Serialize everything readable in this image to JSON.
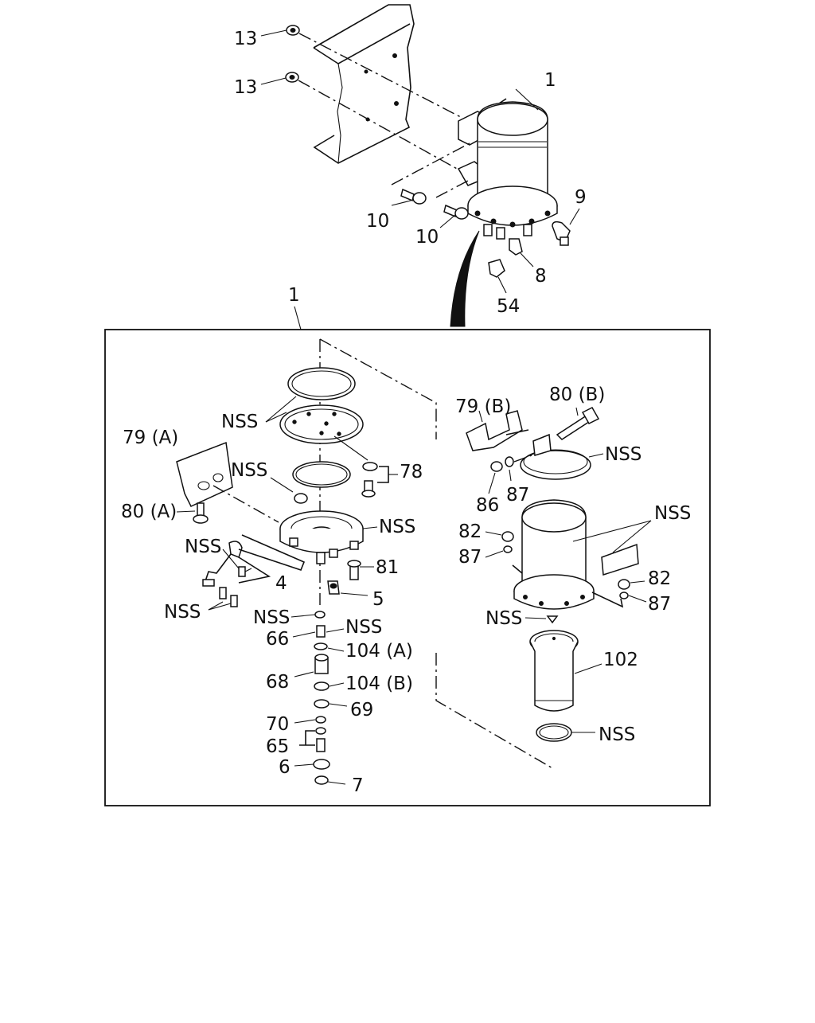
{
  "labels": {
    "top_13a": "13",
    "top_13b": "13",
    "top_1": "1",
    "top_9": "9",
    "top_10a": "10",
    "top_10b": "10",
    "top_8": "8",
    "top_54": "54",
    "box_1": "1",
    "nss_top_ring": "NSS",
    "l79a": "79 (A)",
    "nss_oring": "NSS",
    "l78": "78",
    "l80a": "80 (A)",
    "nss_head": "NSS",
    "nss_sensor": "NSS",
    "l4": "4",
    "l81": "81",
    "nss_screws": "NSS",
    "l5": "5",
    "nss_small": "NSS",
    "nss_66b": "NSS",
    "l66": "66",
    "l104a": "104 (A)",
    "l68": "68",
    "l104b": "104 (B)",
    "l69": "69",
    "l70": "70",
    "l65": "65",
    "l6": "6",
    "l7": "7",
    "l79b": "79 (B)",
    "l80b": "80 (B)",
    "nss_band": "NSS",
    "l86": "86",
    "l87a": "87",
    "nss_bowl": "NSS",
    "l82a": "82",
    "l87b": "87",
    "l82b": "82",
    "l87c": "87",
    "nss_drain": "NSS",
    "l102": "102",
    "nss_bottom": "NSS"
  }
}
